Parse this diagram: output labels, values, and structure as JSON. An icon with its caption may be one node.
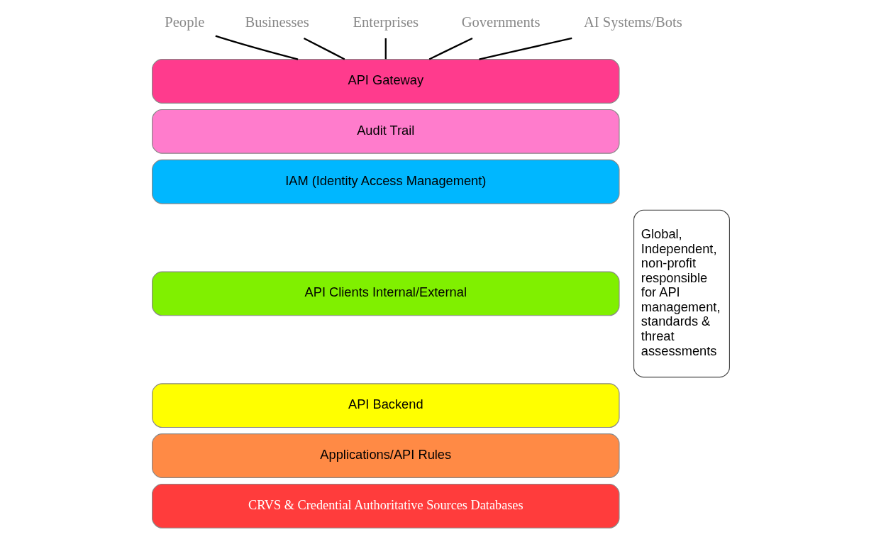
{
  "diagram": {
    "nodes": [
      {
        "text": [
          "People"
        ]
      },
      {
        "text": [
          "Businesses"
        ]
      },
      {
        "text": [
          "Enterprises"
        ]
      },
      {
        "text": [
          "Governments"
        ]
      },
      {
        "text": [
          "AI Systems/Bots"
        ]
      },
      {
        "text": [
          "API Gateway"
        ]
      },
      {
        "text": [
          "Audit Trail"
        ]
      },
      {
        "text": [
          "IAM (Identity Access Management)"
        ]
      },
      {
        "text": [
          "API Clients Internal/External"
        ]
      },
      {
        "text": [
          "API Backend"
        ]
      },
      {
        "text": [
          "Applications/API Rules"
        ]
      },
      {
        "text": [
          "CRVS & Credential Authoritative Sources Databases"
        ]
      },
      {
        "text": [
          "Global, Independent, non-profit responsible for API management, standards & threat assessments"
        ]
      }
    ],
    "edges": [
      {
        "from": 0,
        "to": 5,
        "arrow": "none"
      },
      {
        "from": 1,
        "to": 5,
        "arrow": "none"
      },
      {
        "from": 2,
        "to": 5,
        "arrow": "none"
      },
      {
        "from": 3,
        "to": 5,
        "arrow": "none"
      },
      {
        "from": 4,
        "to": 5,
        "arrow": "none"
      }
    ]
  }
}
